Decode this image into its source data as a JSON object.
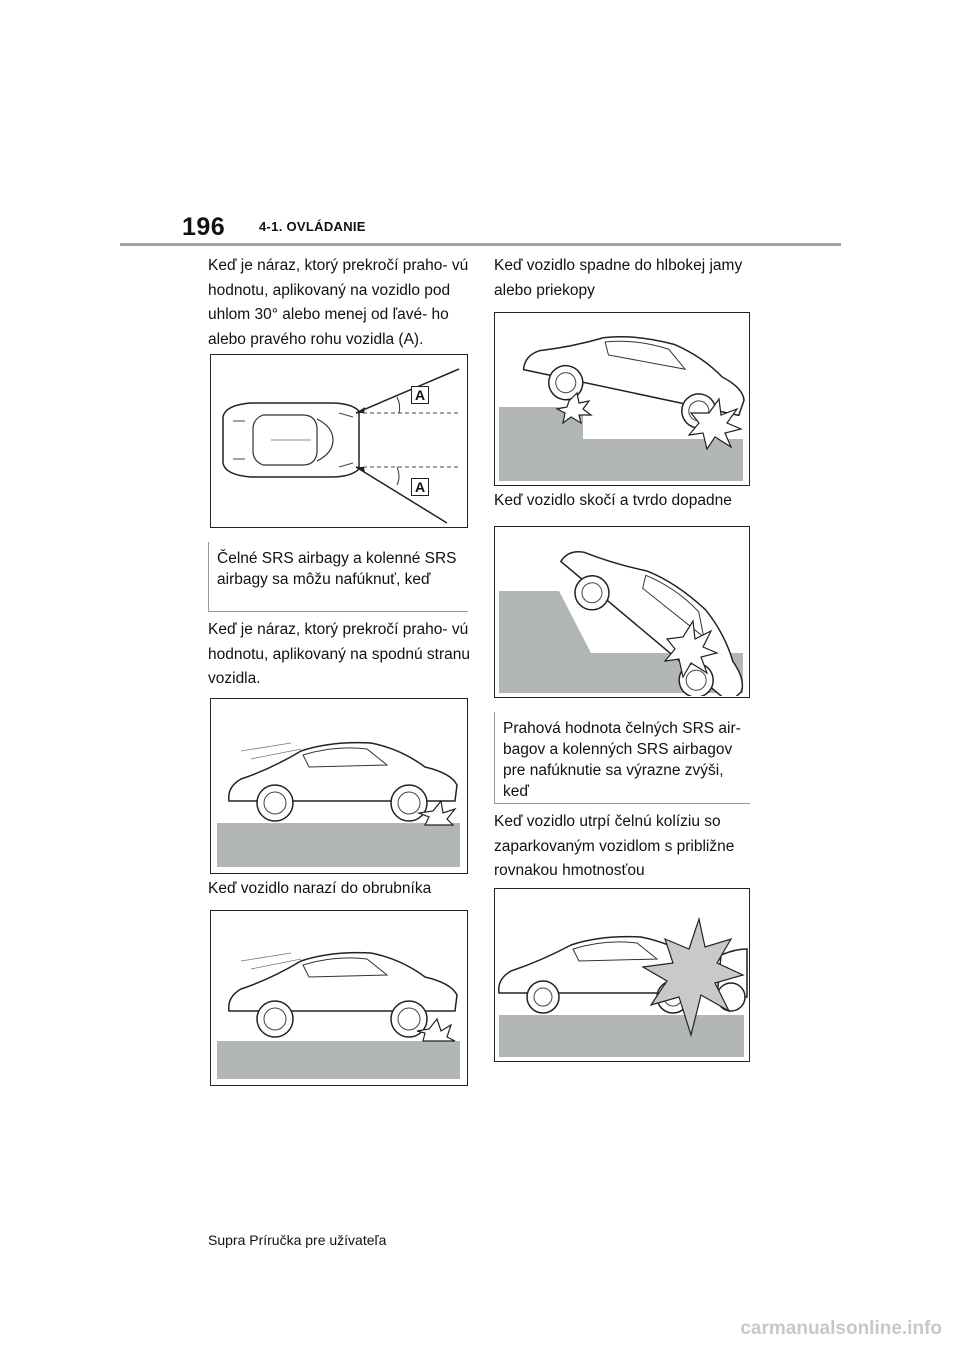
{
  "header": {
    "page_number": "196",
    "section": "4-1. OVLÁDANIE"
  },
  "left": {
    "para1": "Keď je náraz, ktorý prekročí praho- vú hodnotu, aplikovaný na vozidlo pod uhlom 30° alebo menej od ľavé- ho alebo pravého rohu vozidla (A).",
    "label_a": "A",
    "note1": "Čelné SRS airbagy a kolenné SRS airbagy sa môžu nafúknuť, keď",
    "para2": "Keď je náraz, ktorý prekročí praho- vú hodnotu, aplikovaný na spodnú stranu vozidla.",
    "caption_curb": "Keď vozidlo narazí do obrubníka"
  },
  "right": {
    "para_pit": "Keď vozidlo spadne do hlbokej jamy alebo priekopy",
    "para_jump": "Keď vozidlo skočí a tvrdo dopadne",
    "note2": "Prahová hodnota čelných SRS air- bagov a kolenných SRS airbagov pre nafúknutie sa výrazne zvýši, keď",
    "para_parked": "Keď vozidlo utrpí čelnú kolíziu so zaparkovaným vozidlom s približne rovnakou hmotnosťou"
  },
  "footer": {
    "text": "Supra Príručka pre užívateľa"
  },
  "watermark": "carmanualsonline.info",
  "colors": {
    "ground": "#b2b7b6",
    "rule": "#9aa6a3",
    "text": "#111111"
  },
  "icons": [
    "car-top-view-icon",
    "car-side-view-icon",
    "impact-burst-icon"
  ]
}
